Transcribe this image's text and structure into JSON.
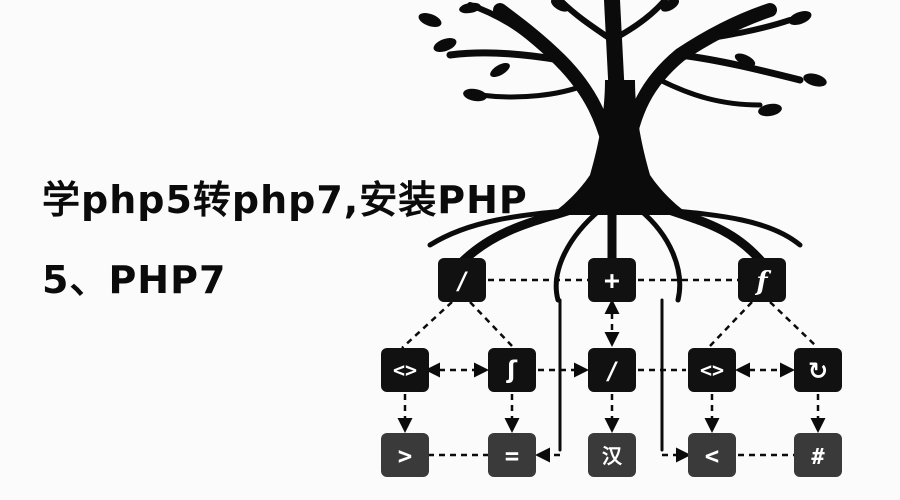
{
  "headline": {
    "line1": "学php5转php7,安装PHP",
    "line2": "5、PHP7"
  },
  "icon_tokens": {
    "top_left": "/",
    "top_center": "+",
    "top_right": "f",
    "mid_1": "<>",
    "mid_2": "ʃ",
    "mid_3": "/",
    "mid_4": "<>",
    "mid_5": "↻",
    "bottom_1": ">",
    "bottom_2": "=",
    "bottom_3": "汉",
    "bottom_4": "<",
    "bottom_5": "#"
  },
  "colors": {
    "background": "#fbfbfb",
    "ink": "#0b0b0b",
    "node_dark": "#111111",
    "node_light": "#3a3a3a",
    "node_text": "#ffffff"
  }
}
